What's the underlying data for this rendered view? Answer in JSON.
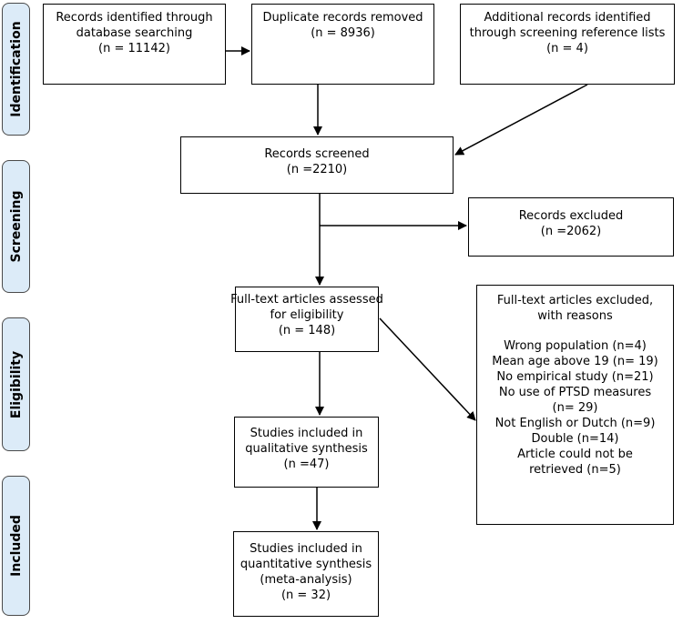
{
  "stages": [
    {
      "key": "identification",
      "label": "Identification"
    },
    {
      "key": "screening",
      "label": "Screening"
    },
    {
      "key": "eligibility",
      "label": "Eligibility"
    },
    {
      "key": "included",
      "label": "Included"
    }
  ],
  "boxes": {
    "identified": {
      "lines": [
        "Records identified through",
        "database searching",
        "(n = 11142)"
      ]
    },
    "duplicates": {
      "lines": [
        "Duplicate records removed",
        "(n = 8936)"
      ]
    },
    "additional": {
      "lines": [
        "Additional records identified",
        "through screening reference lists",
        "(n = 4)"
      ]
    },
    "screened": {
      "lines": [
        "Records screened",
        "(n =2210)"
      ]
    },
    "excluded": {
      "lines": [
        "Records excluded",
        "(n =2062)"
      ]
    },
    "fulltext": {
      "lines": [
        "Full-text articles assessed",
        "for eligibility",
        "(n = 148)"
      ]
    },
    "fulltext_excluded": {
      "header": [
        "Full-text articles excluded,",
        "with reasons"
      ],
      "reasons": [
        "Wrong population (n=4)",
        "Mean age above 19 (n= 19)",
        "No empirical study (n=21)",
        "No use of PTSD measures",
        "(n= 29)",
        "Not English or Dutch (n=9)",
        "Double (n=14)",
        "Article could not be",
        "retrieved (n=5)"
      ]
    },
    "qualitative": {
      "lines": [
        "Studies included in",
        "qualitative synthesis",
        "(n =47)"
      ]
    },
    "quantitative": {
      "lines": [
        "Studies included in",
        "quantitative synthesis",
        "(meta-analysis)",
        "(n = 32)"
      ]
    }
  }
}
